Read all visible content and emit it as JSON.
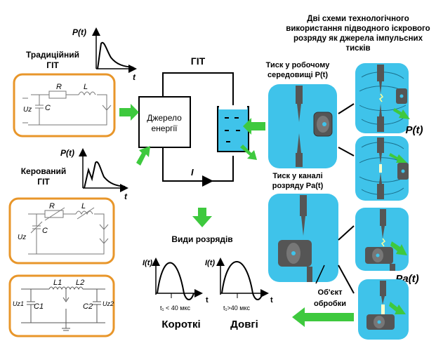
{
  "header": {
    "title_lines": [
      "Дві схеми технологічного",
      "використання підводного іскрового",
      "розряду як джерела імпульсних",
      "тисків"
    ]
  },
  "left": {
    "traditional_label_1": "Традиційний",
    "traditional_label_2": "ГІТ",
    "controlled_label_1": "Керований",
    "controlled_label_2": "ГІТ",
    "graph_y_label": "P(t)",
    "graph_x_label": "t",
    "circuit1": {
      "r": "R",
      "l": "L",
      "c": "C",
      "u": "Uz"
    },
    "circuit2": {
      "r": "R",
      "l": "L",
      "c": "C",
      "u": "Uz"
    },
    "circuit3": {
      "l1": "L1",
      "l2": "L2",
      "c1": "C1",
      "c2": "C2",
      "u1": "Uz1",
      "u2": "Uz2"
    }
  },
  "center": {
    "git_label": "ГІТ",
    "energy_source_line1": "Джерело",
    "energy_source_line2": "енергії",
    "current_label": "I",
    "discharge_types": "Види розрядів",
    "short": {
      "ylabel": "I(t)",
      "xlabel": "t",
      "condition": "t₁ < 40 мкс",
      "name": "Короткі"
    },
    "long": {
      "ylabel": "I(t)",
      "xlabel": "t",
      "condition": "t₁>40 мкс",
      "name": "Довгі"
    }
  },
  "right": {
    "pressure_medium_1": "Тиск у робочому",
    "pressure_medium_2": "середовищі P(t)",
    "pressure_channel_1": "Тиск у каналі",
    "pressure_channel_2": "розряду Pa(t)",
    "pt_label": "P(t)",
    "pat_label": "Pa(t)",
    "object_1": "Об'єкт",
    "object_2": "обробки"
  },
  "colors": {
    "orange_border": "#e8962a",
    "water": "#3fc3ea",
    "green_arrow": "#3ec93e",
    "electrode": "#555555"
  }
}
